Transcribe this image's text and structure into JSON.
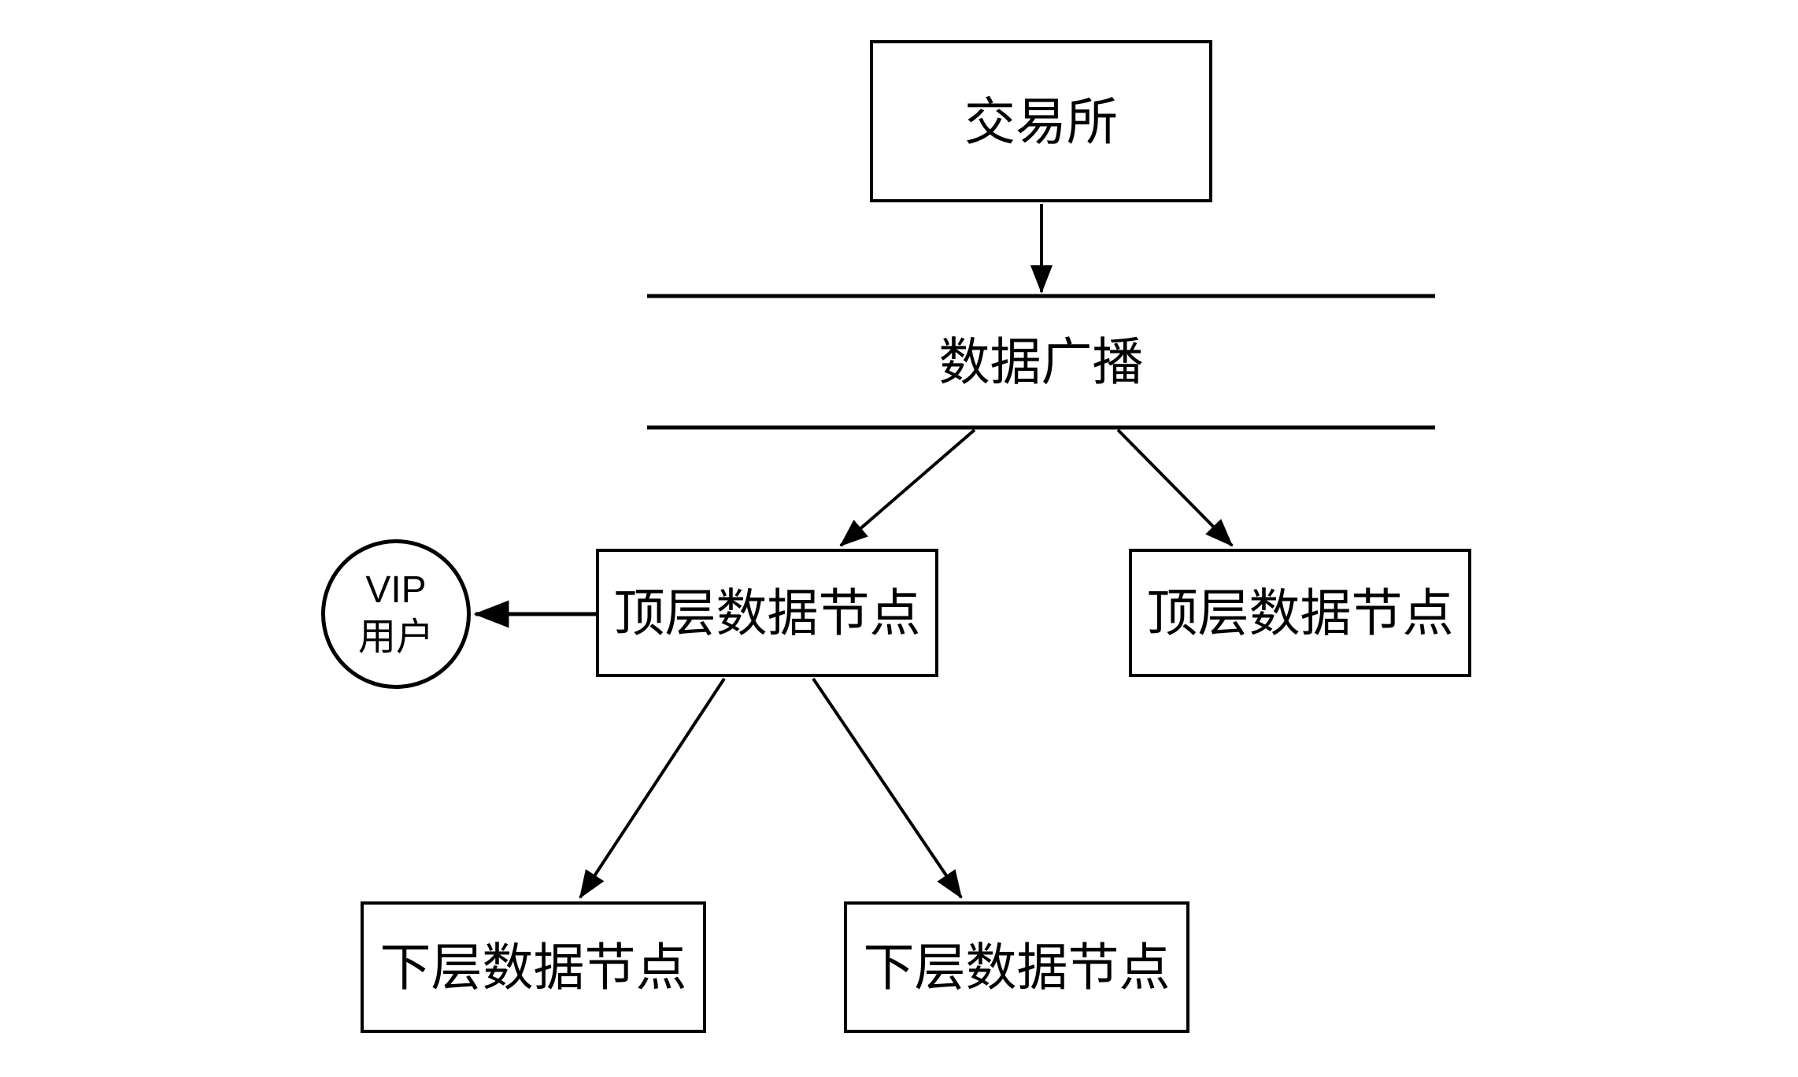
{
  "diagram": {
    "background_color": "#ffffff",
    "stroke_color": "#000000",
    "text_color": "#000000",
    "nodes": {
      "exchange": {
        "label": "交易所",
        "shape": "rect"
      },
      "broadcast_bus": {
        "label": "数据广播",
        "shape": "bus-lines"
      },
      "top_node_left": {
        "label": "顶层数据节点",
        "shape": "rect"
      },
      "top_node_right": {
        "label": "顶层数据节点",
        "shape": "rect"
      },
      "vip_user": {
        "label_line1": "VIP",
        "label_line2": "用户",
        "shape": "circle"
      },
      "lower_node_left": {
        "label": "下层数据节点",
        "shape": "rect"
      },
      "lower_node_right": {
        "label": "下层数据节点",
        "shape": "rect"
      }
    },
    "edges": [
      {
        "from": "exchange",
        "to": "broadcast_bus"
      },
      {
        "from": "broadcast_bus",
        "to": "top_node_left"
      },
      {
        "from": "broadcast_bus",
        "to": "top_node_right"
      },
      {
        "from": "top_node_left",
        "to": "vip_user"
      },
      {
        "from": "top_node_left",
        "to": "lower_node_left"
      },
      {
        "from": "top_node_left",
        "to": "lower_node_right"
      }
    ]
  }
}
